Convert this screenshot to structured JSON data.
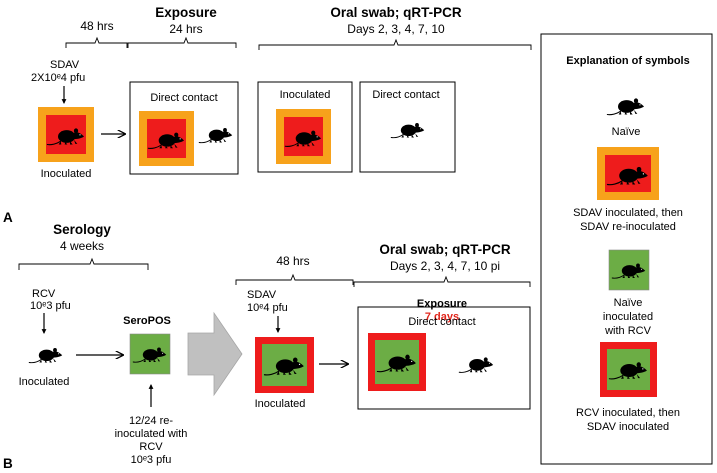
{
  "colors": {
    "orange": "#f7a21b",
    "red": "#ee1c1c",
    "green": "#6cad45",
    "red_text": "#e1251b",
    "big_arrow": "#c0c0c0"
  },
  "icons": [
    "rat-icon"
  ],
  "panel_a": {
    "label": "A",
    "wait_label": "48 hrs",
    "exposure_title": "Exposure",
    "exposure_duration": "24 hrs",
    "swab_title": "Oral swab; qRT-PCR",
    "swab_days": "Days 2, 3, 4, 7, 10",
    "virus_label": "SDAV",
    "virus_dose": "2X10ᵉ4 pfu",
    "inoculated_label": "Inoculated",
    "box1_label": "Direct contact",
    "box2_label": "Inoculated",
    "box3_label": "Direct contact"
  },
  "panel_b": {
    "label": "B",
    "serology_title": "Serology",
    "serology_duration": "4 weeks",
    "rcv_label": "RCV",
    "rcv_dose": "10ᵉ3 pfu",
    "inoculated_label": "Inoculated",
    "seropos_label": "SeroPOS",
    "reinoc_lines": [
      "12/24 re-",
      "inoculated with",
      "RCV",
      "10ᵉ3 pfu"
    ],
    "wait_label": "48 hrs",
    "sdav_label": "SDAV",
    "sdav_dose": "10ᵉ4 pfu",
    "inoculated2_label": "Inoculated",
    "swab_title": "Oral swab; qRT-PCR",
    "swab_days": "Days 2, 3, 4, 7, 10 pi",
    "exposure_title": "Exposure",
    "exposure_duration": "7 days",
    "contact_label": "Direct contact"
  },
  "legend": {
    "title": "Explanation of symbols",
    "naive_label": "Naïve",
    "sdav_lines": [
      "SDAV inoculated, then",
      "SDAV re-inoculated"
    ],
    "rcv_lines": [
      "Naïve",
      "inoculated",
      "with RCV"
    ],
    "rcv_sdav_lines": [
      "RCV inoculated, then",
      "SDAV inoculated"
    ]
  }
}
